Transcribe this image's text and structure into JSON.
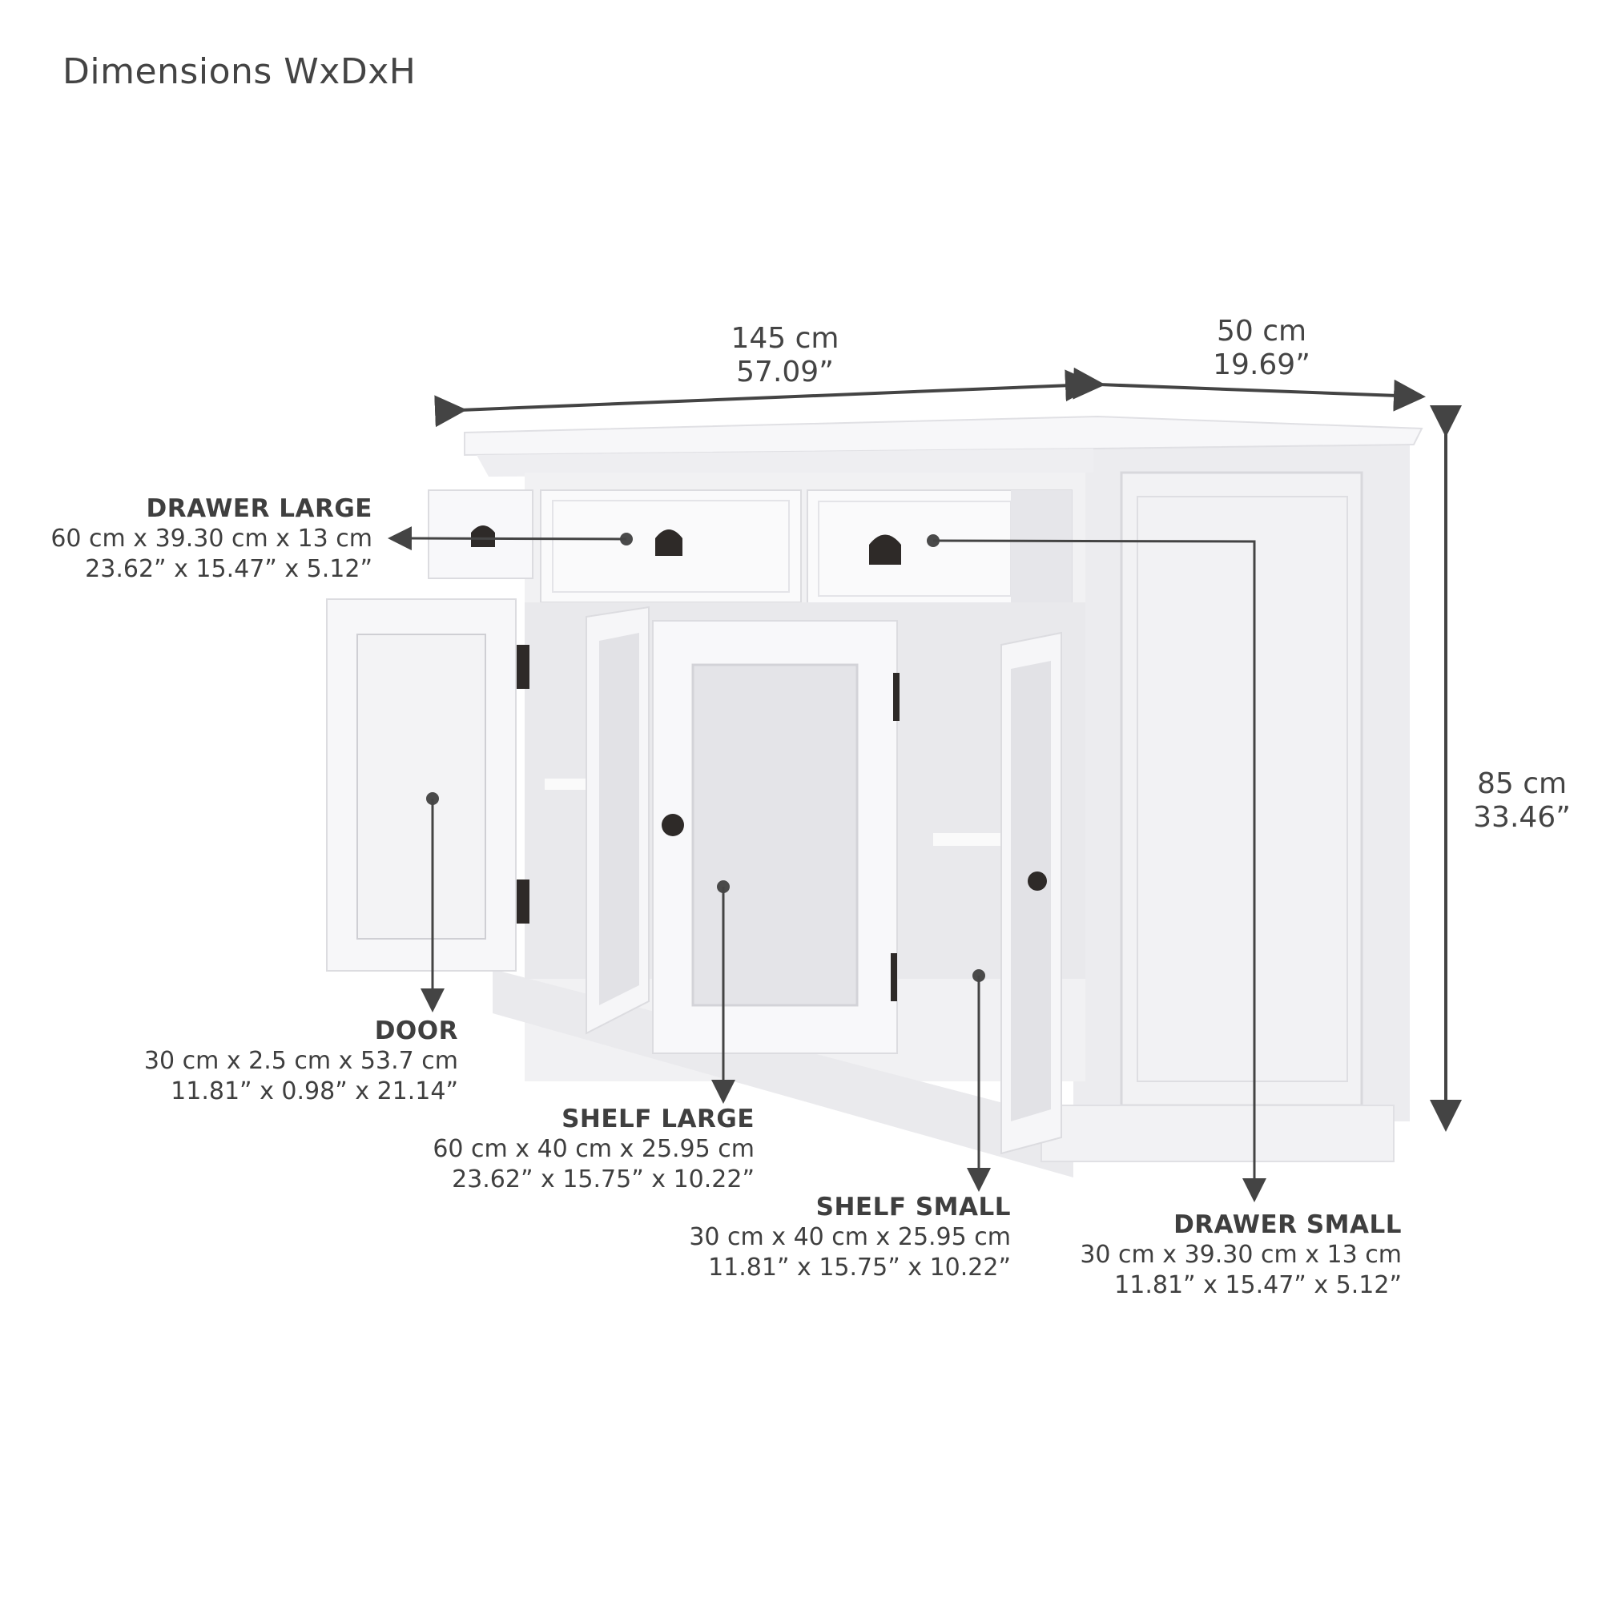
{
  "title": "Dimensions WxDxH",
  "overall": {
    "width": {
      "cm": "145 cm",
      "in": "57.09”"
    },
    "depth": {
      "cm": "50 cm",
      "in": "19.69”"
    },
    "height": {
      "cm": "85 cm",
      "in": "33.46”"
    }
  },
  "callouts": [
    {
      "id": "drawer-large",
      "heading": "DRAWER LARGE",
      "metric": "60 cm x 39.30 cm x 13 cm",
      "imperial": "23.62” x 15.47” x 5.12”"
    },
    {
      "id": "door",
      "heading": "DOOR",
      "metric": "30 cm x 2.5 cm x 53.7 cm",
      "imperial": "11.81” x 0.98” x 21.14”"
    },
    {
      "id": "shelf-large",
      "heading": "SHELF LARGE",
      "metric": "60 cm x 40 cm x 25.95 cm",
      "imperial": "23.62” x 15.75” x 10.22”"
    },
    {
      "id": "shelf-small",
      "heading": "SHELF SMALL",
      "metric": "30 cm x 40 cm x 25.95 cm",
      "imperial": "11.81” x 15.75” x 10.22”"
    },
    {
      "id": "drawer-small",
      "heading": "DRAWER SMALL",
      "metric": "30 cm x 39.30 cm x 13 cm",
      "imperial": "11.81” x 15.47” x 5.12”"
    }
  ],
  "colors": {
    "annotation": "#444444",
    "cabinet": "#f4f4f6",
    "hardware": "#2e2a28"
  }
}
